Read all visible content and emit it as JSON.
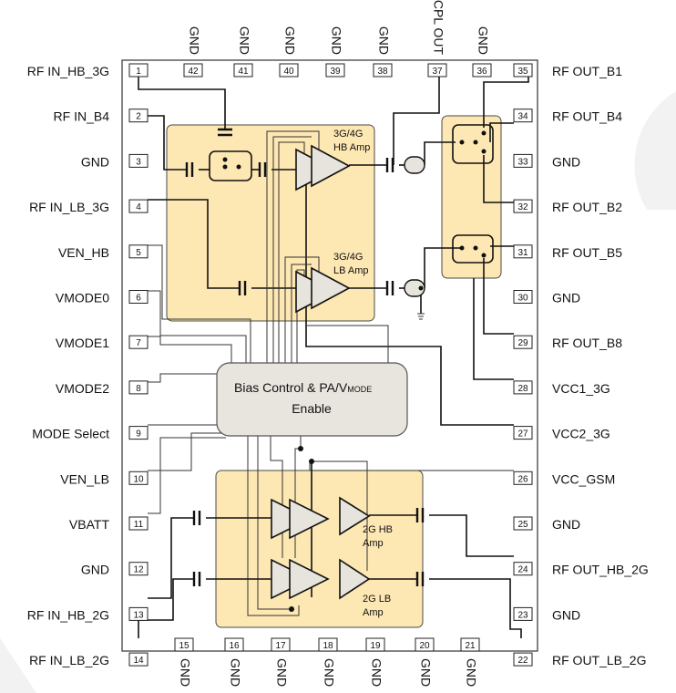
{
  "pins": {
    "left": [
      {
        "num": "1",
        "label": "RF IN_HB_3G"
      },
      {
        "num": "2",
        "label": "RF IN_B4"
      },
      {
        "num": "3",
        "label": "GND"
      },
      {
        "num": "4",
        "label": "RF IN_LB_3G"
      },
      {
        "num": "5",
        "label": "VEN_HB"
      },
      {
        "num": "6",
        "label": "VMODE0"
      },
      {
        "num": "7",
        "label": "VMODE1"
      },
      {
        "num": "8",
        "label": "VMODE2"
      },
      {
        "num": "9",
        "label": "MODE Select"
      },
      {
        "num": "10",
        "label": "VEN_LB"
      },
      {
        "num": "11",
        "label": "VBATT"
      },
      {
        "num": "12",
        "label": "GND"
      },
      {
        "num": "13",
        "label": "RF IN_HB_2G"
      },
      {
        "num": "14",
        "label": "RF IN_LB_2G"
      }
    ],
    "right": [
      {
        "num": "35",
        "label": "RF OUT_B1"
      },
      {
        "num": "34",
        "label": "RF OUT_B4"
      },
      {
        "num": "33",
        "label": "GND"
      },
      {
        "num": "32",
        "label": "RF OUT_B2"
      },
      {
        "num": "31",
        "label": "RF OUT_B5"
      },
      {
        "num": "30",
        "label": "GND"
      },
      {
        "num": "29",
        "label": "RF OUT_B8"
      },
      {
        "num": "28",
        "label": "VCC1_3G"
      },
      {
        "num": "27",
        "label": "VCC2_3G"
      },
      {
        "num": "26",
        "label": "VCC_GSM"
      },
      {
        "num": "25",
        "label": "GND"
      },
      {
        "num": "24",
        "label": "RF OUT_HB_2G"
      },
      {
        "num": "23",
        "label": "GND"
      },
      {
        "num": "22",
        "label": "RF OUT_LB_2G"
      }
    ],
    "top": [
      {
        "num": "42",
        "label": "GND"
      },
      {
        "num": "41",
        "label": "GND"
      },
      {
        "num": "40",
        "label": "GND"
      },
      {
        "num": "39",
        "label": "GND"
      },
      {
        "num": "38",
        "label": "GND"
      },
      {
        "num": "37",
        "label": "CPL OUT"
      },
      {
        "num": "36",
        "label": "GND"
      }
    ],
    "bottom": [
      {
        "num": "15",
        "label": "GND"
      },
      {
        "num": "16",
        "label": "GND"
      },
      {
        "num": "17",
        "label": "GND"
      },
      {
        "num": "18",
        "label": "GND"
      },
      {
        "num": "19",
        "label": "GND"
      },
      {
        "num": "20",
        "label": "GND"
      },
      {
        "num": "21",
        "label": "GND"
      }
    ]
  },
  "blocks": {
    "hb_amp": {
      "line1": "3G/4G",
      "line2": "HB Amp"
    },
    "lb_amp": {
      "line1": "3G/4G",
      "line2": "LB Amp"
    },
    "hb2g_amp": {
      "line1": "2G HB",
      "line2": "Amp"
    },
    "lb2g_amp": {
      "line1": "2G LB",
      "line2": "Amp"
    },
    "bias": {
      "line1": "Bias Control & PA/V",
      "line1_sub": "MODE",
      "line2": "Enable"
    }
  },
  "colors": {
    "block_fill": "#fde7b3",
    "block_stroke": "#4a4a4a",
    "bias_fill": "#e7e5de",
    "amp_fill": "#e6e4dc"
  }
}
